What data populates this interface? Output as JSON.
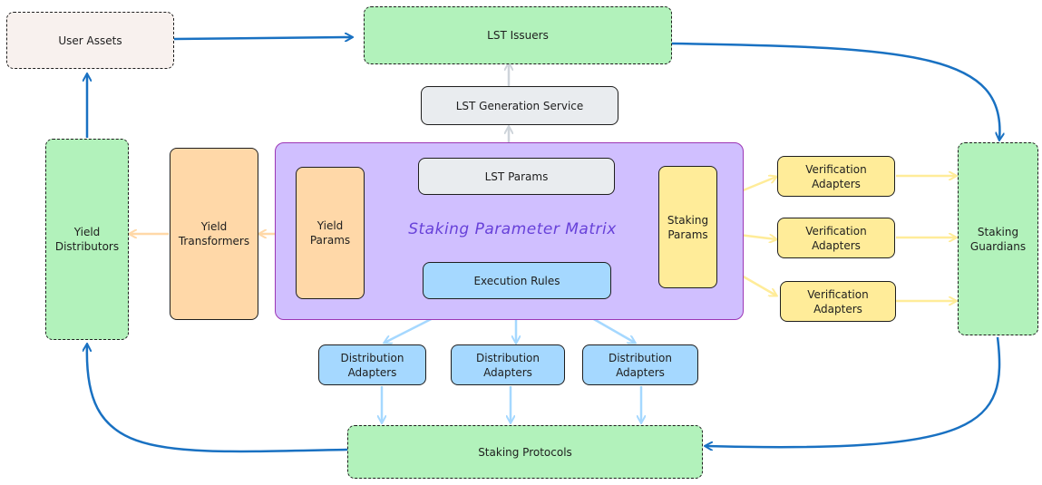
{
  "diagram": {
    "matrix_title": "Staking Parameter Matrix",
    "nodes": {
      "user_assets": "User Assets",
      "lst_issuers": "LST Issuers",
      "lst_generation_service": "LST Generation Service",
      "lst_params": "LST Params",
      "yield_distributors": "Yield Distributors",
      "yield_transformers": "Yield Transformers",
      "yield_params": "Yield Params",
      "execution_rules": "Execution Rules",
      "staking_params": "Staking Params",
      "verification_adapters_1": "Verification Adapters",
      "verification_adapters_2": "Verification Adapters",
      "verification_adapters_3": "Verification Adapters",
      "staking_guardians": "Staking Guardians",
      "distribution_adapters_1": "Distribution Adapters",
      "distribution_adapters_2": "Distribution Adapters",
      "distribution_adapters_3": "Distribution Adapters",
      "staking_protocols": "Staking Protocols"
    }
  },
  "colors": {
    "green": "#b2f2bb",
    "gray": "#e9ecef",
    "cream": "#f8f1ee",
    "orange": "#ffd8a8",
    "yellow": "#ffec99",
    "blue": "#a5d8ff",
    "purple_fill": "#d0bfff",
    "purple_stroke": "#9c36b5",
    "dark_blue_arrow": "#1971c2"
  }
}
